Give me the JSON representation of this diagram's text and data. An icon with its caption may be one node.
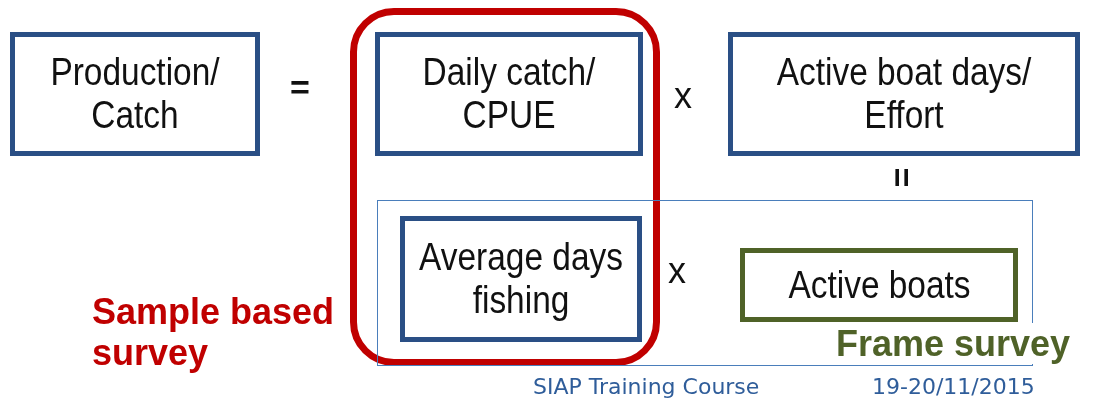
{
  "diagram": {
    "nodes": [
      {
        "text": [
          "Production/ Catch"
        ]
      },
      {
        "text": [],
        "shape": "box",
        "beside": [
          "Sample based survey"
        ]
      },
      {
        "text": [
          "Daily catch/ CPUE"
        ],
        "in": 1
      },
      {
        "text": [
          "Active boat days/ Effort"
        ]
      },
      {
        "text": [],
        "shape": "box",
        "beside": [
          "Frame survey"
        ]
      },
      {
        "text": [
          "Average days fishing"
        ]
      },
      {
        "text": [
          "Active boats"
        ],
        "in": 4
      }
    ],
    "edges": [],
    "labels": [
      "=",
      "x",
      "=",
      "x",
      "SIAP Training Course",
      "19-20/11/2015"
    ]
  }
}
